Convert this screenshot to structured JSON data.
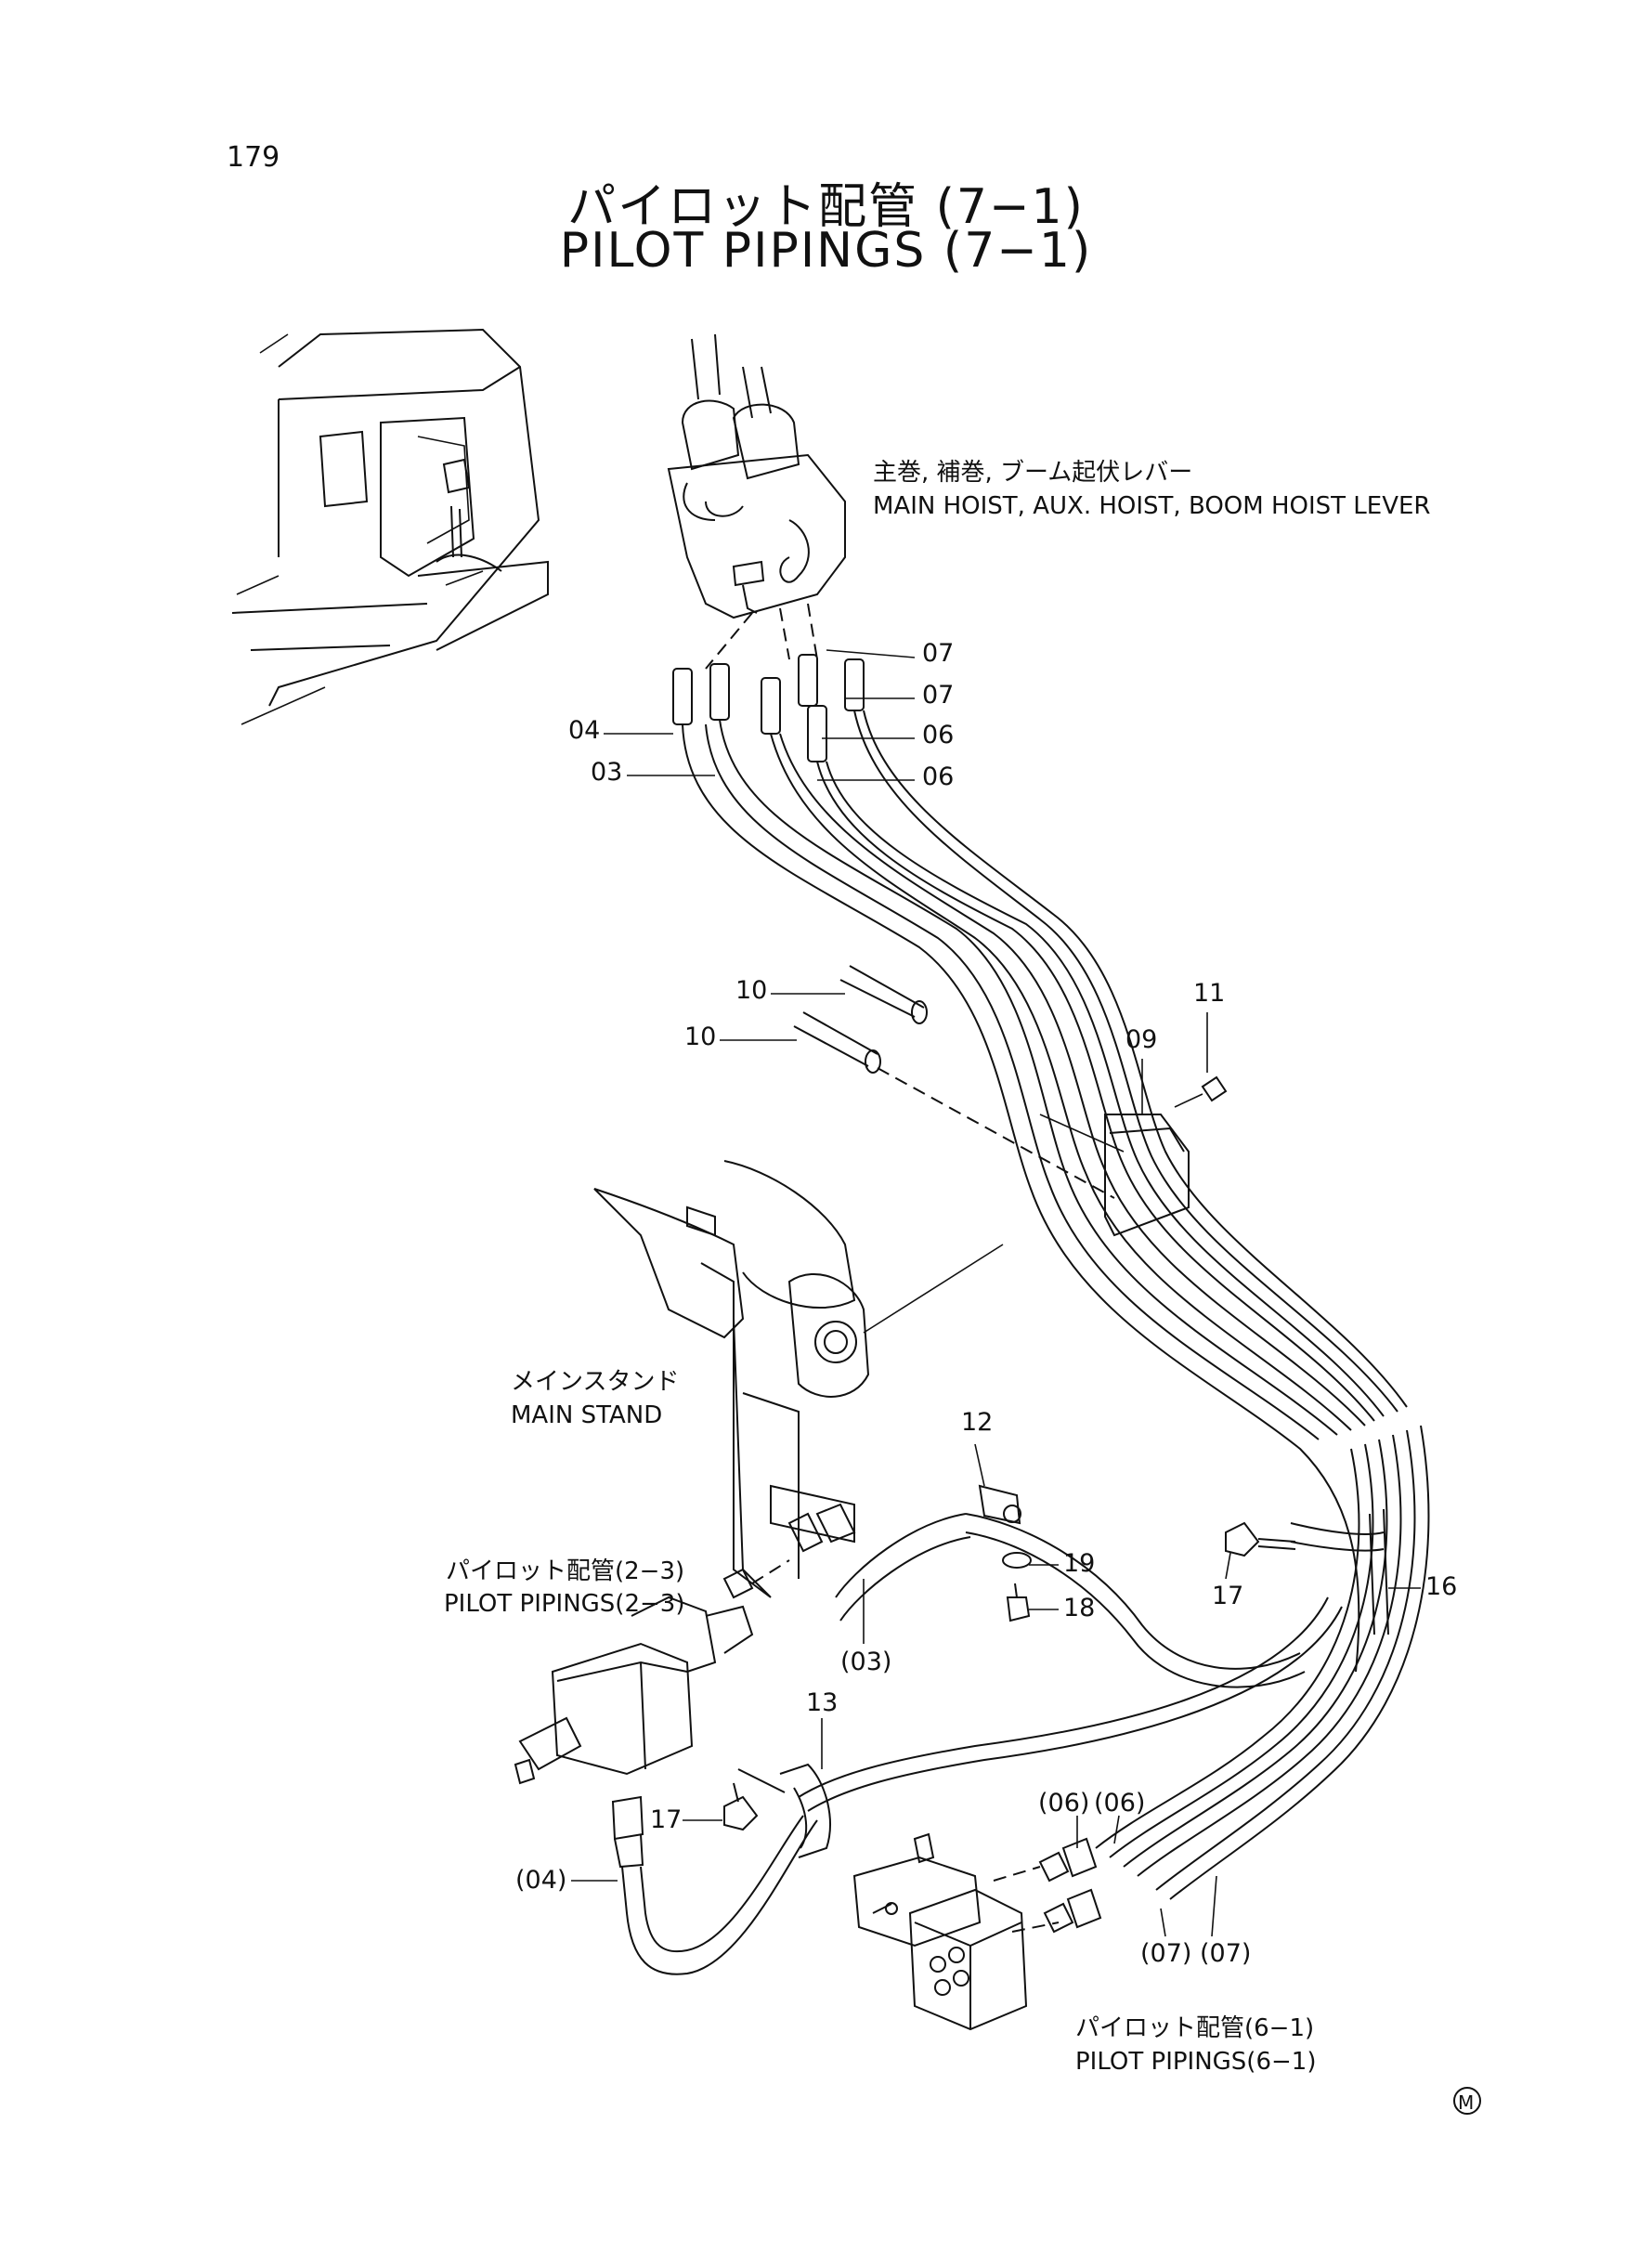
{
  "page_number": "179",
  "title_jp": "パイロット配管 (7−1)",
  "title_en": "PILOT PIPINGS (7−1)",
  "captions": {
    "lever_jp": "主巻, 補巻, ブーム起伏レバー",
    "lever_en": "MAIN HOIST, AUX. HOIST, BOOM HOIST LEVER",
    "stand_jp": "メインスタンド",
    "stand_en": "MAIN STAND",
    "pp23_jp": "パイロット配管(2−3)",
    "pp23_en": "PILOT PIPINGS(2−3)",
    "pp61_jp": "パイロット配管(6−1)",
    "pp61_en": "PILOT PIPINGS(6−1)"
  },
  "part_labels": [
    "07",
    "07",
    "06",
    "06",
    "04",
    "03",
    "10",
    "10",
    "11",
    "09",
    "12",
    "19",
    "18",
    "16",
    "17",
    "03_ref",
    "13",
    "17",
    "04_ref",
    "06_ref",
    "06_ref",
    "07_ref",
    "07_ref"
  ],
  "labels": {
    "p07a": "07",
    "p07b": "07",
    "p06a": "06",
    "p06b": "06",
    "p04": "04",
    "p03": "03",
    "p10a": "10",
    "p10b": "10",
    "p11": "11",
    "p09": "09",
    "p12": "12",
    "p19": "19",
    "p18": "18",
    "p16": "16",
    "p17a": "17",
    "p03ref": "(03)",
    "p13": "13",
    "p17b": "17",
    "p04ref": "(04)",
    "p06ref_a": "(06)",
    "p06ref_b": "(06)",
    "p07ref": "(07) (07)"
  },
  "mark": "M"
}
